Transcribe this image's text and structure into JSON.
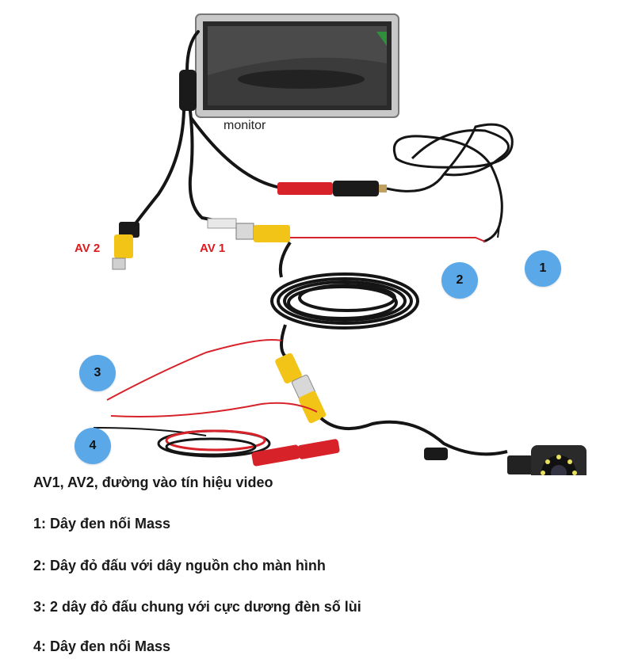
{
  "diagram": {
    "monitor_label": "monitor",
    "av2_label": "AV 2",
    "av1_label": "AV 1",
    "badges": [
      "1",
      "2",
      "3",
      "4"
    ]
  },
  "legend": {
    "line0": "AV1, AV2, đường vào tín hiệu video",
    "line1": "1: Dây đen nối Mass",
    "line2": "2: Dây đỏ đấu với dây nguồn cho màn hình",
    "line3": "3: 2 dây đỏ đấu chung với cực dương đèn số lùi",
    "line4": "4: Dây đen nối Mass"
  },
  "colors": {
    "wire_black": "#151515",
    "wire_red": "#d8222a",
    "rca_yellow": "#f2c418",
    "badge_blue": "#5aa8e8",
    "label_red": "#e0191c"
  },
  "icons": [
    "monitor-icon",
    "camera-icon",
    "rca-connector-icon",
    "cable-coil-icon"
  ]
}
